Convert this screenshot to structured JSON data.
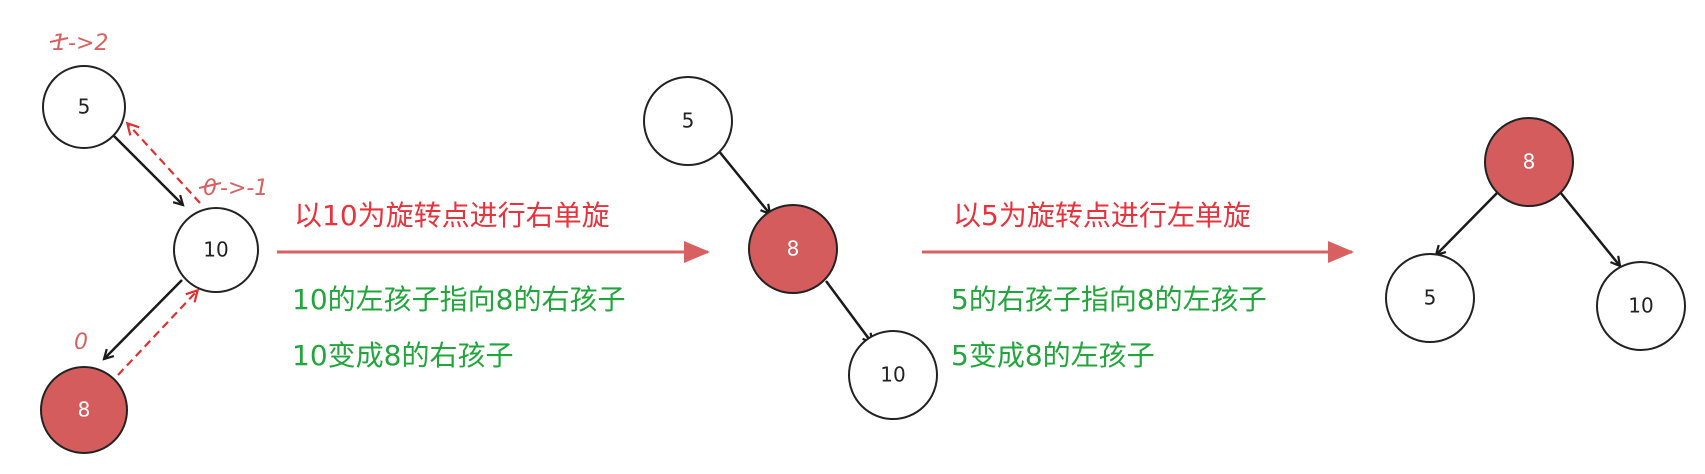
{
  "colors": {
    "red_node": "#d45c5c",
    "node_stroke": "#222222",
    "edge": "#1a1a1a",
    "dashed_arrow": "#e03030",
    "annotation": "#d96060",
    "main_arrow": "#d96060",
    "title_red": "#e8323c",
    "desc_green": "#22a63c"
  },
  "stage1": {
    "nodes": [
      {
        "label": "5",
        "red": false
      },
      {
        "label": "10",
        "red": false
      },
      {
        "label": "8",
        "red": true
      }
    ],
    "annotations": {
      "node5_bf_old": "1",
      "node5_bf_new": "->2",
      "node10_bf_old": "0",
      "node10_bf_new": "->-1",
      "node8_bf": "0"
    }
  },
  "step1": {
    "title": "以10为旋转点进行右单旋",
    "line1": "10的左孩子指向8的右孩子",
    "line2": "10变成8的右孩子"
  },
  "stage2": {
    "nodes": [
      {
        "label": "5",
        "red": false
      },
      {
        "label": "8",
        "red": true
      },
      {
        "label": "10",
        "red": false
      }
    ]
  },
  "step2": {
    "title": "以5为旋转点进行左单旋",
    "line1": "5的右孩子指向8的左孩子",
    "line2": "5变成8的左孩子"
  },
  "stage3": {
    "nodes": [
      {
        "label": "8",
        "red": true
      },
      {
        "label": "5",
        "red": false
      },
      {
        "label": "10",
        "red": false
      }
    ]
  }
}
